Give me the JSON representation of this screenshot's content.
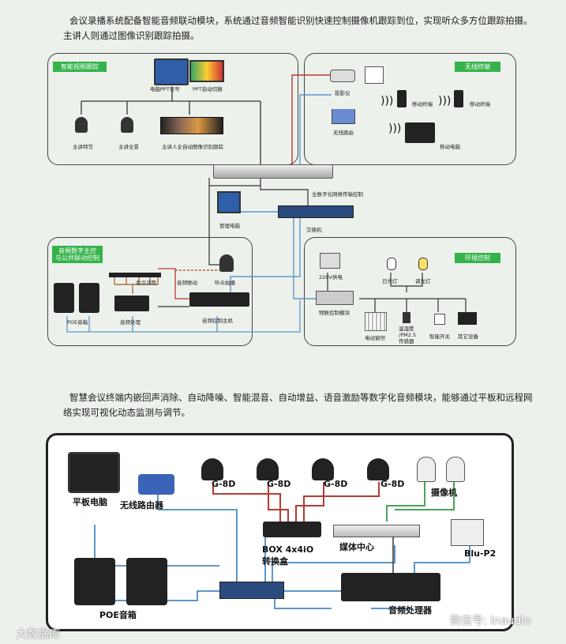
{
  "intro": {
    "text1": "会议录播系统配备智能音频联动模块，系统通过音频智能识别快速控制摄像机跟踪到位，实现听众多方位跟踪拍摄。主讲人则通过图像识别跟踪拍摄。",
    "text2": "智慧会议终端内嵌回声消除、自动降噪、智能混音、自动增益、语音激励等数字化音频模块，能够通过平板和远程网络实现可视化动态监测与调节。"
  },
  "diagram1": {
    "tags": {
      "video": "智能视频跟踪",
      "mobile": "无线终端",
      "audio": "音频数字主控\n与公共联动控制",
      "env": "环境控制"
    },
    "labels": {
      "pc_ppt": "电脑PPT信号",
      "ppt_switch": "PPT自动切换",
      "cam_main_close": "主讲特写",
      "cam_main_full": "主讲全景",
      "auto_track": "主讲人全自动图像识别跟踪",
      "projector": "投影仪",
      "router": "无线路由",
      "mobile1": "移动终端",
      "mobile2": "移动终端",
      "laptop": "移动电脑",
      "network_ctrl": "全数字化网络传输控制",
      "mgmt_pc": "管理电脑",
      "switch": "交换机",
      "conf_mic": "会议话筒",
      "audio_link": "音频联动",
      "audience_cam": "听众拍摄",
      "poe_speaker": "POE音箱",
      "audio_proc": "音频处理",
      "audio_host": "音频控制主机",
      "power": "220V供电",
      "daylight": "日光灯",
      "dimmer": "调光灯",
      "env_module": "物联控制模块",
      "curtain": "电动窗帘",
      "sensor": "温湿度\n/PM2.5\n传感器",
      "smart_switch": "智能开关",
      "other": "其它设备"
    }
  },
  "diagram2": {
    "labels": {
      "tablet": "平板电脑",
      "router": "无线路由器",
      "mic1": "G-8D",
      "mic2": "G-8D",
      "mic3": "G-8D",
      "mic4": "G-8D",
      "camera": "摄像机",
      "box": "BOX 4x4iO\n转换盒",
      "media": "媒体中心",
      "blu": "Blu-P2",
      "poe": "POE音箱",
      "audio_proc": "音频处理器"
    }
  },
  "watermark": {
    "left": "大数据库",
    "right": "微信号: lnaudio"
  },
  "colors": {
    "tag_green": "#35b34a",
    "line_blue": "#5d97c9",
    "line_red": "#b83a32",
    "line_green": "#4aa35a",
    "line_dark": "#333333"
  }
}
